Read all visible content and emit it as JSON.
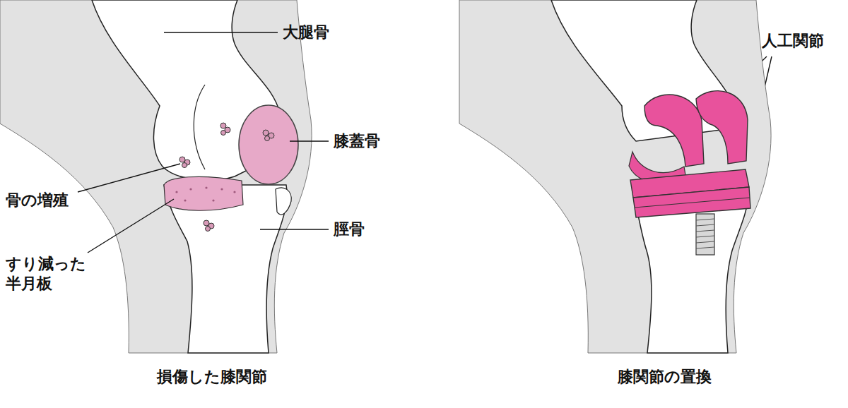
{
  "diagram": {
    "labels": [
      "大腿骨",
      "膝蓋骨",
      "骨の増殖",
      "すり減った 半月板",
      "脛骨",
      "損傷した膝関節",
      "人工関節",
      "膝関節の置換"
    ]
  }
}
